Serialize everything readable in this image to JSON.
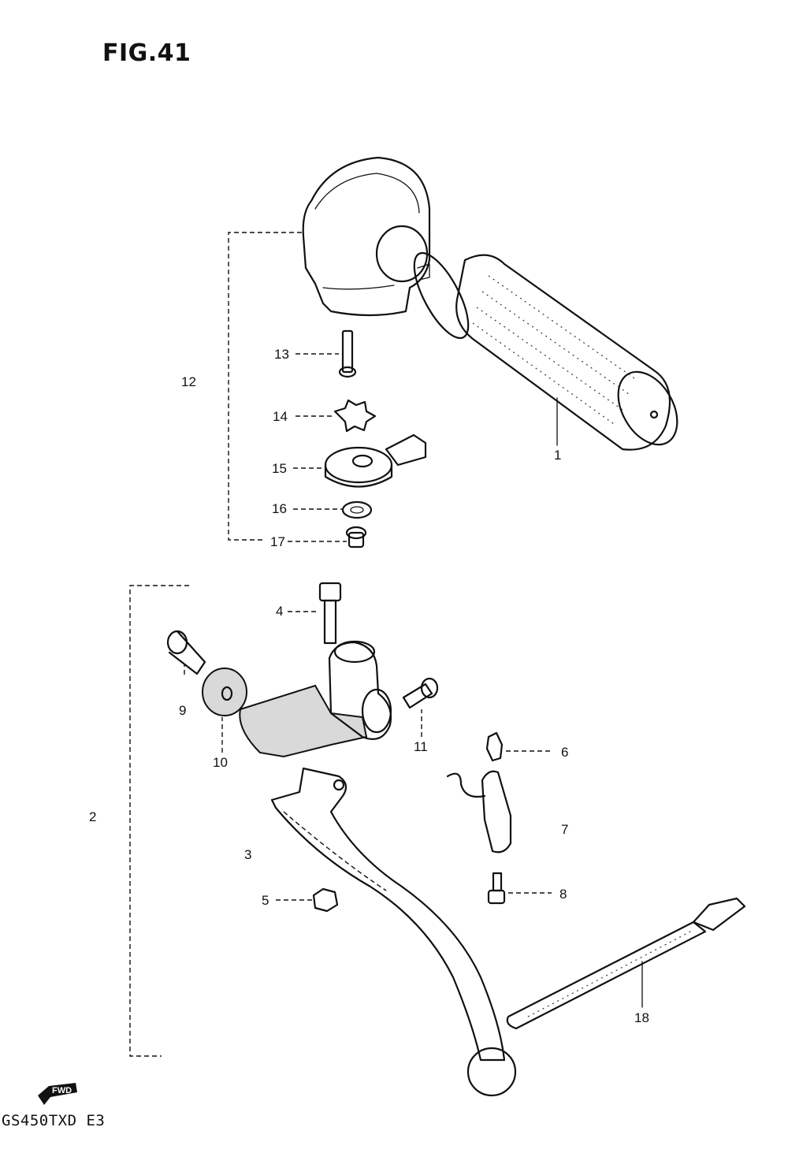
{
  "figure": {
    "title": "FIG.41",
    "footer": "GS450TXD E3"
  },
  "callouts": {
    "p1": "1",
    "p2": "2",
    "p3": "3",
    "p4": "4",
    "p5": "5",
    "p6": "6",
    "p7": "7",
    "p8": "8",
    "p9": "9",
    "p10": "10",
    "p11": "11",
    "p12": "12",
    "p13": "13",
    "p14": "14",
    "p15": "15",
    "p16": "16",
    "p17": "17",
    "p18": "18"
  },
  "fwd_badge": "FWD"
}
